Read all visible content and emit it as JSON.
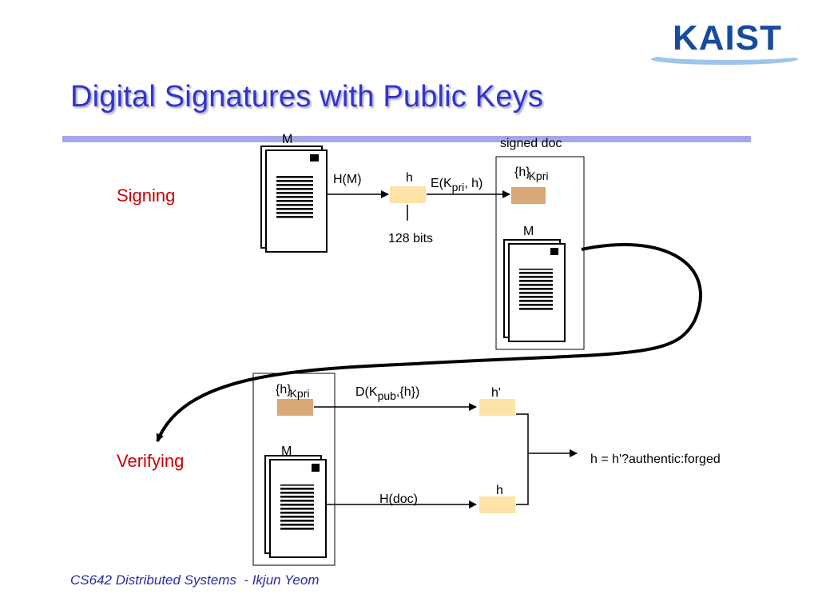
{
  "header": {
    "title": "Digital Signatures with Public Keys",
    "logo_text": "KAIST"
  },
  "signing": {
    "section_label": "Signing",
    "doc_label": "M",
    "hash_arrow_label": "H(M)",
    "hash_label": "h",
    "hash_size": "128 bits",
    "encrypt_label": {
      "main": "E(K",
      "sub": "pri",
      "tail": ", h)"
    },
    "signed_doc_title": "signed doc",
    "signature_label": {
      "main": "{h}",
      "sub": "Kpri"
    },
    "signed_doc_label": "M"
  },
  "verifying": {
    "section_label": "Verifying",
    "signature_label": {
      "main": "{h}",
      "sub": "Kpri"
    },
    "doc_label": "M",
    "decrypt_label": {
      "main": "D(K",
      "sub": "pub",
      "tail": ",{h})"
    },
    "decrypted_hash_label": "h'",
    "hash_arrow_label": "H(doc)",
    "hash_label": "h",
    "result_label": "h = h'?authentic:forged"
  },
  "footer": {
    "course": "CS642 Distributed Systems",
    "author": "  - Ikjun Yeom"
  },
  "colors": {
    "title": "#3333cc",
    "rule": "#a6a6ea",
    "section_labels": "#cc0000",
    "hash_box": "#fde3a7",
    "signature_box": "#d9a877",
    "footer": "#2a2aa8",
    "logo": "#1a4a9c"
  }
}
